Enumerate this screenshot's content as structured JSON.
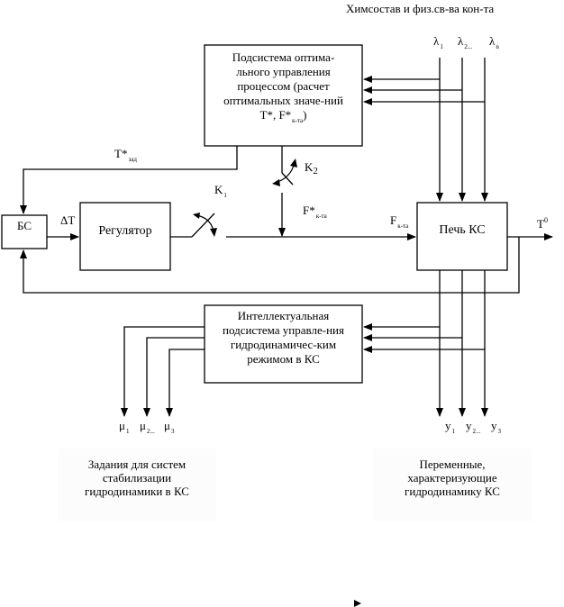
{
  "diagram": {
    "top_input": {
      "label": "Химсостав и физ.св-ва кон-та"
    },
    "lambdas": [
      {
        "main": "λ",
        "sub": "1"
      },
      {
        "main": "λ",
        "sub": "2..."
      },
      {
        "main": "λ",
        "sub": "n"
      }
    ],
    "optimal_subsystem": {
      "lines": [
        "Подсистема оптима-",
        "льного управления",
        "процессом (расчет",
        "оптимальных значе-ний"
      ],
      "last_line_prefix": "T*, F*",
      "last_line_sub": "к-та",
      "last_line_suffix": ")"
    },
    "t_setpoint": {
      "main": "T*",
      "sub": "зад"
    },
    "k1": {
      "main": "K",
      "sub": "1"
    },
    "k2": {
      "main": "K",
      "sub": "2"
    },
    "bs_block": {
      "label": "БС"
    },
    "delta_t": {
      "label": "ΔT"
    },
    "regulator": {
      "label": "Регулятор"
    },
    "f_star": {
      "main": "F*",
      "sub": "к-та"
    },
    "f_actual": {
      "main": "F",
      "sub": "к-та"
    },
    "furnace": {
      "label": "Печь КС"
    },
    "t_output": {
      "main": "T",
      "sup": "0"
    },
    "intelligent_subsystem": {
      "lines": [
        "Интеллектуальная",
        "подсистема управле-ния",
        "гидродинамичес-ким",
        "режимом в КС"
      ]
    },
    "mus": [
      {
        "main": "μ",
        "sub": "1"
      },
      {
        "main": "μ",
        "sub": "2..."
      },
      {
        "main": "μ",
        "sub": "3"
      }
    ],
    "ys": [
      {
        "main": "y",
        "sub": "1"
      },
      {
        "main": "y",
        "sub": "2..."
      },
      {
        "main": "y",
        "sub": "3"
      }
    ],
    "caption_left": [
      "Задания для  систем",
      "стабилизации",
      "гидродинамики в КС"
    ],
    "caption_right": [
      "Переменные,",
      "характеризующие",
      "гидродинамику КС"
    ]
  }
}
